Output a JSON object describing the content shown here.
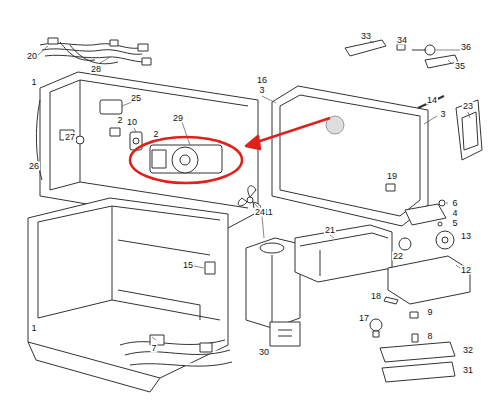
{
  "diagram": {
    "labels": [
      "20",
      "28",
      "1",
      "25",
      "27",
      "26",
      "10",
      "2",
      "2",
      "29",
      "16",
      "3",
      "3",
      "14",
      "23",
      "33",
      "34",
      "36",
      "35",
      "19",
      "6",
      "4",
      "5",
      "22",
      "13",
      "12",
      "11",
      "24",
      "21",
      "15",
      "7",
      "30",
      "18",
      "17",
      "9",
      "8",
      "32",
      "31",
      "1"
    ]
  }
}
